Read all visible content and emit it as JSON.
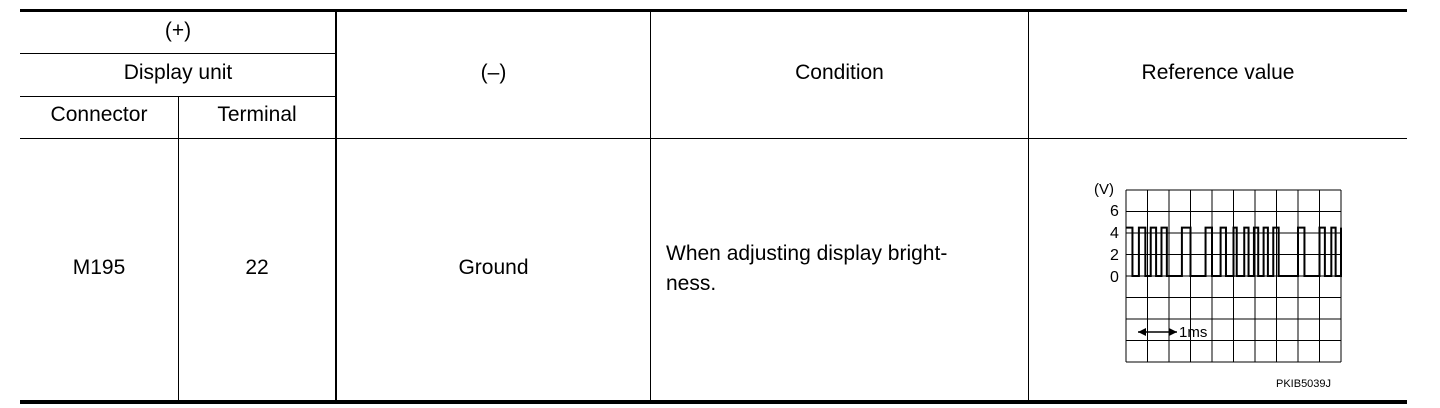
{
  "table": {
    "header": {
      "plus": "(+)",
      "display_unit": "Display unit",
      "connector": "Connector",
      "terminal": "Terminal",
      "minus": "(–)",
      "condition": "Condition",
      "reference_value": "Reference value"
    },
    "row": {
      "connector": "M195",
      "terminal": "22",
      "minus": "Ground",
      "condition": "When adjusting display bright-\nness."
    }
  },
  "waveform": {
    "unit_label": "(V)",
    "y_ticks": [
      "6",
      "4",
      "2",
      "0"
    ],
    "time_scale": "1ms",
    "figure_code": "PKIB5039J",
    "signal": "pulse train between 0 V and 4.5 V",
    "high_level_v": 4.5,
    "low_level_v": 0
  }
}
